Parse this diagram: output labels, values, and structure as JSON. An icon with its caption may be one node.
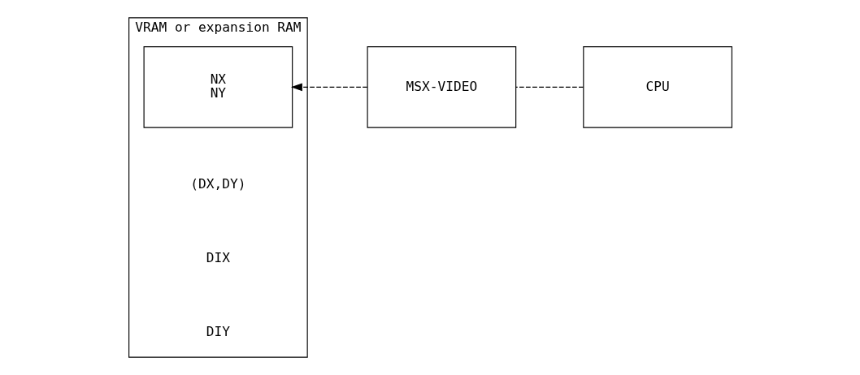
{
  "diagram": {
    "nodes": [
      {
        "text": [
          "VRAM or expansion RAM"
        ]
      },
      {
        "text": [
          "NX",
          "NY"
        ],
        "in": 0,
        "beside": [
          "(DX,DY)"
        ]
      },
      {
        "text": [
          "MSX-VIDEO"
        ]
      },
      {
        "text": [
          "CPU"
        ]
      }
    ],
    "edges": [
      {
        "from": 2,
        "to": 1,
        "arrow": "to",
        "style": "dashed"
      },
      {
        "from": 3,
        "to": 2,
        "arrow": "none",
        "style": "dashed"
      }
    ],
    "labels": [
      "DIX",
      "DIY"
    ]
  }
}
